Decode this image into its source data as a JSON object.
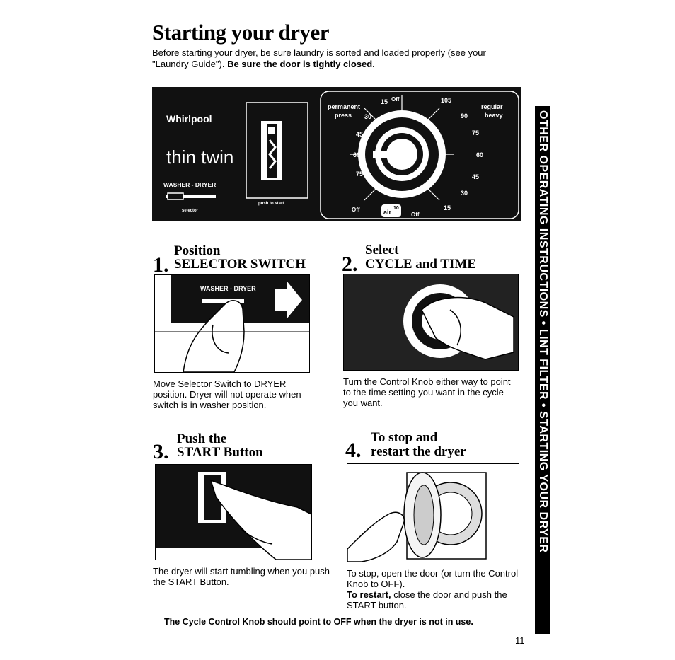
{
  "title": "Starting your dryer",
  "intro": {
    "text": "Before starting your dryer, be sure laundry is sorted and loaded properly (see your \"Laundry Guide\").",
    "bold": "Be sure the door is tightly closed."
  },
  "panel": {
    "brand": "Whirlpool",
    "model": "thin twin",
    "washer_dryer": "WASHER - DRYER",
    "selector": "selector",
    "push_to_start": "push to start",
    "perm_label": "permanent",
    "press_label": "press",
    "regular_label": "regular",
    "heavy_label": "heavy",
    "off_top": "Off",
    "off_bottom_left": "Off",
    "off_bottom": "Off",
    "air": "air",
    "marks_left": [
      "15",
      "30",
      "45",
      "60",
      "75"
    ],
    "marks_right": [
      "105",
      "90",
      "75",
      "60",
      "45",
      "30",
      "15"
    ],
    "mark_10": "10"
  },
  "steps": [
    {
      "number": "1.",
      "line1": "Position",
      "line2": "SELECTOR SWITCH",
      "image_label": "WASHER - DRYER",
      "description": "Move Selector Switch to DRYER position. Dryer will not operate when switch is in washer position."
    },
    {
      "number": "2.",
      "line1": "Select",
      "line2": "CYCLE and TIME",
      "description": "Turn the Control Knob either way to point to the time setting you want in the cycle you want."
    },
    {
      "number": "3.",
      "line1": "Push the",
      "line2": "START Button",
      "description": "The dryer will start tumbling when you push the START Button."
    },
    {
      "number": "4.",
      "line1": "To stop and",
      "line2": "restart the dryer",
      "description": "To stop, open the door (or turn the Control Knob to OFF).",
      "restart_bold": "To restart,",
      "restart_text": "close the door and push the START button."
    }
  ],
  "sidebar": "OTHER OPERATING INSTRUCTIONS • LINT FILTER • STARTING YOUR DRYER",
  "footer": "The Cycle Control Knob should point to OFF when the dryer is not in use.",
  "page_number": "11"
}
